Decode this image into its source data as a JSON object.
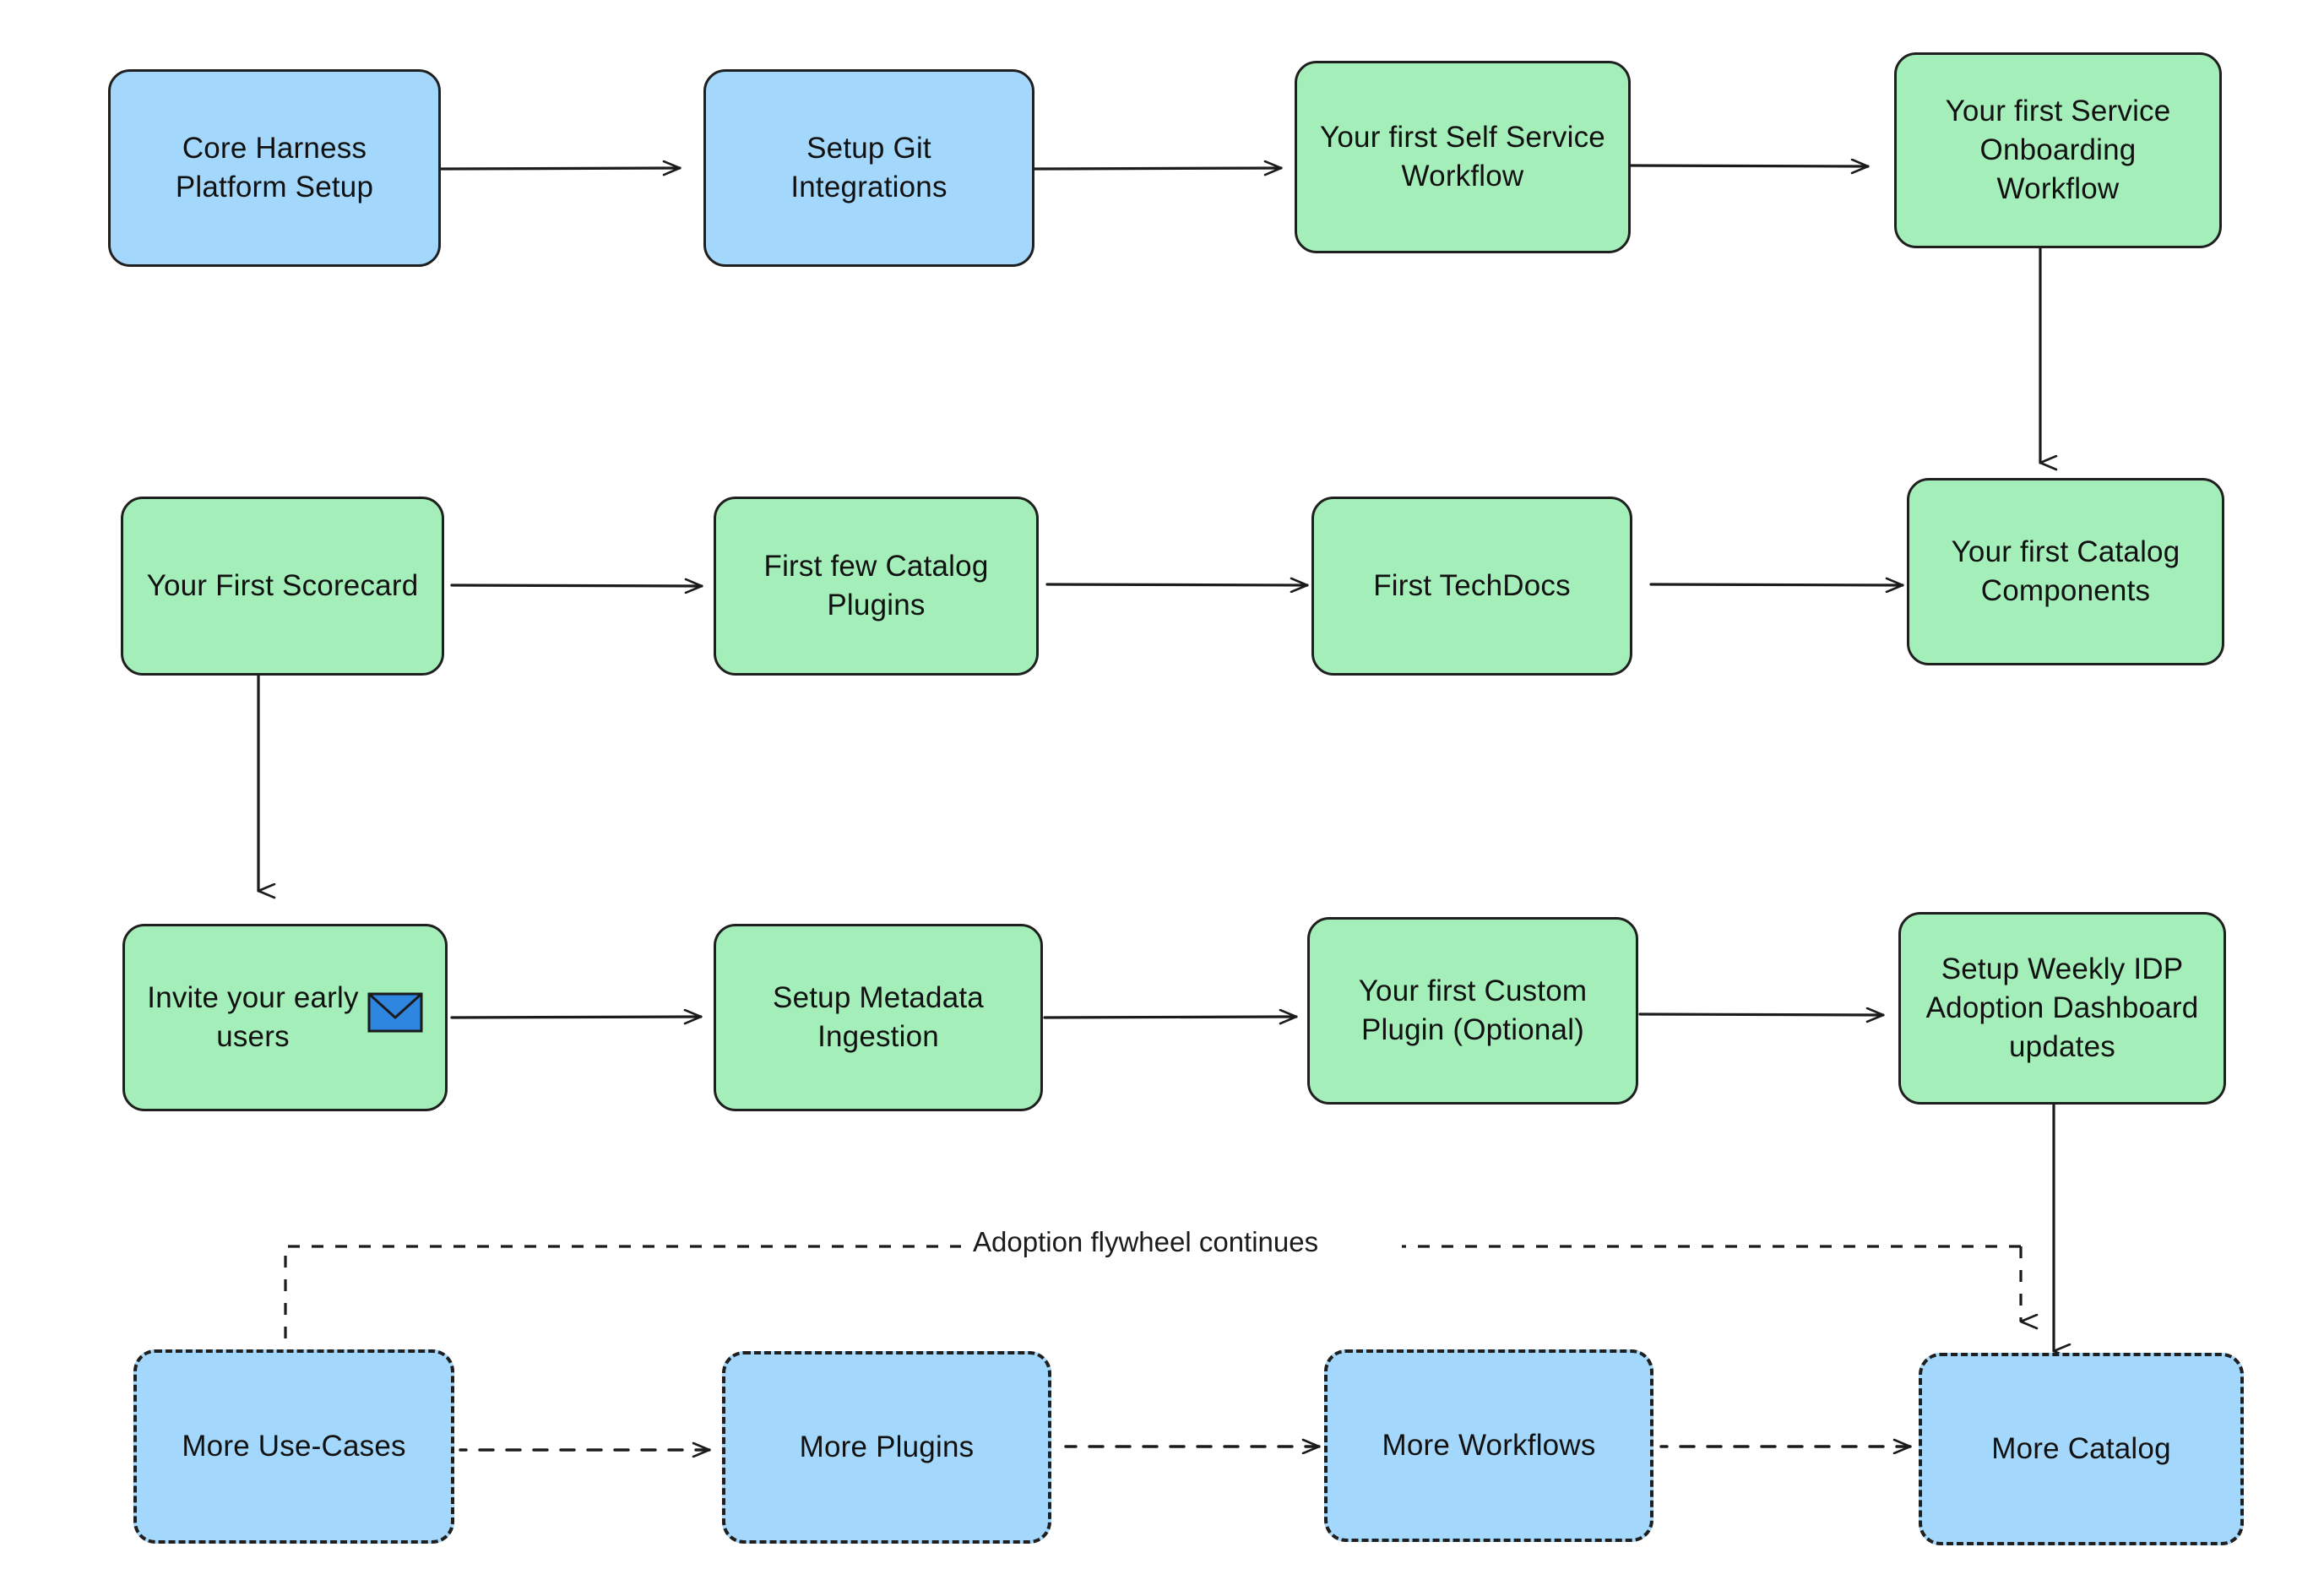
{
  "diagram": {
    "type": "flowchart",
    "title": "",
    "colors": {
      "blue_fill": "#a3d8fc",
      "green_fill": "#a4efb9",
      "stroke": "#1f1f1f",
      "background": "#ffffff",
      "envelope_blue": "#2f86e0"
    },
    "nodes": [
      {
        "id": "core-harness-platform-setup",
        "label": "Core Harness\nPlatform Setup",
        "fill": "blue",
        "border": "solid",
        "row": 1
      },
      {
        "id": "setup-git-integrations",
        "label": "Setup Git\nIntegrations",
        "fill": "blue",
        "border": "solid",
        "row": 1
      },
      {
        "id": "first-self-service-workflow",
        "label": "Your first Self Service\nWorkflow",
        "fill": "green",
        "border": "solid",
        "row": 1
      },
      {
        "id": "first-service-onboarding-workflow",
        "label": "Your first Service\nOnboarding\nWorkflow",
        "fill": "green",
        "border": "solid",
        "row": 1
      },
      {
        "id": "your-first-scorecard",
        "label": "Your First Scorecard",
        "fill": "green",
        "border": "solid",
        "row": 2
      },
      {
        "id": "first-few-catalog-plugins",
        "label": "First few Catalog\nPlugins",
        "fill": "green",
        "border": "solid",
        "row": 2
      },
      {
        "id": "first-techdocs",
        "label": "First TechDocs",
        "fill": "green",
        "border": "solid",
        "row": 2
      },
      {
        "id": "first-catalog-components",
        "label": "Your first Catalog\nComponents",
        "fill": "green",
        "border": "solid",
        "row": 2
      },
      {
        "id": "invite-your-early-users",
        "label": "Invite your early\nusers",
        "fill": "green",
        "border": "solid",
        "row": 3,
        "icon": "envelope-icon"
      },
      {
        "id": "setup-metadata-ingestion",
        "label": "Setup Metadata\nIngestion",
        "fill": "green",
        "border": "solid",
        "row": 3
      },
      {
        "id": "first-custom-plugin",
        "label": "Your first Custom\nPlugin (Optional)",
        "fill": "green",
        "border": "solid",
        "row": 3
      },
      {
        "id": "setup-weekly-idp-dashboard",
        "label": "Setup Weekly IDP\nAdoption Dashboard\nupdates",
        "fill": "green",
        "border": "solid",
        "row": 3
      },
      {
        "id": "more-use-cases",
        "label": "More Use-Cases",
        "fill": "blue",
        "border": "dashed",
        "row": 4
      },
      {
        "id": "more-plugins",
        "label": "More Plugins",
        "fill": "blue",
        "border": "dashed",
        "row": 4
      },
      {
        "id": "more-workflows",
        "label": "More Workflows",
        "fill": "blue",
        "border": "dashed",
        "row": 4
      },
      {
        "id": "more-catalog",
        "label": "More Catalog",
        "fill": "blue",
        "border": "dashed",
        "row": 4
      }
    ],
    "edges": [
      {
        "from": "core-harness-platform-setup",
        "to": "setup-git-integrations",
        "style": "solid",
        "direction": "right",
        "label": ""
      },
      {
        "from": "setup-git-integrations",
        "to": "first-self-service-workflow",
        "style": "solid",
        "direction": "right",
        "label": ""
      },
      {
        "from": "first-self-service-workflow",
        "to": "first-service-onboarding-workflow",
        "style": "solid",
        "direction": "right",
        "label": ""
      },
      {
        "from": "first-service-onboarding-workflow",
        "to": "first-catalog-components",
        "style": "solid",
        "direction": "down",
        "label": ""
      },
      {
        "from": "first-catalog-components",
        "to": "first-techdocs",
        "style": "solid",
        "direction": "left",
        "label": ""
      },
      {
        "from": "first-techdocs",
        "to": "first-few-catalog-plugins",
        "style": "solid",
        "direction": "left",
        "label": ""
      },
      {
        "from": "first-few-catalog-plugins",
        "to": "your-first-scorecard",
        "style": "solid",
        "direction": "left",
        "label": ""
      },
      {
        "from": "your-first-scorecard",
        "to": "invite-your-early-users",
        "style": "solid",
        "direction": "down",
        "label": ""
      },
      {
        "from": "invite-your-early-users",
        "to": "setup-metadata-ingestion",
        "style": "solid",
        "direction": "right",
        "label": ""
      },
      {
        "from": "setup-metadata-ingestion",
        "to": "first-custom-plugin",
        "style": "solid",
        "direction": "right",
        "label": ""
      },
      {
        "from": "first-custom-plugin",
        "to": "setup-weekly-idp-dashboard",
        "style": "solid",
        "direction": "right",
        "label": ""
      },
      {
        "from": "setup-weekly-idp-dashboard",
        "to": "more-catalog",
        "style": "solid",
        "direction": "down",
        "label": ""
      },
      {
        "from": "more-catalog",
        "to": "more-workflows",
        "style": "dashed",
        "direction": "left",
        "label": ""
      },
      {
        "from": "more-workflows",
        "to": "more-plugins",
        "style": "dashed",
        "direction": "left",
        "label": ""
      },
      {
        "from": "more-plugins",
        "to": "more-use-cases",
        "style": "dashed",
        "direction": "left",
        "label": ""
      },
      {
        "from": "setup-weekly-idp-dashboard",
        "to": "more-use-cases",
        "style": "dashed",
        "direction": "loop",
        "label": "Adoption flywheel continues"
      }
    ],
    "labels": {
      "flywheel": "Adoption flywheel continues"
    }
  }
}
